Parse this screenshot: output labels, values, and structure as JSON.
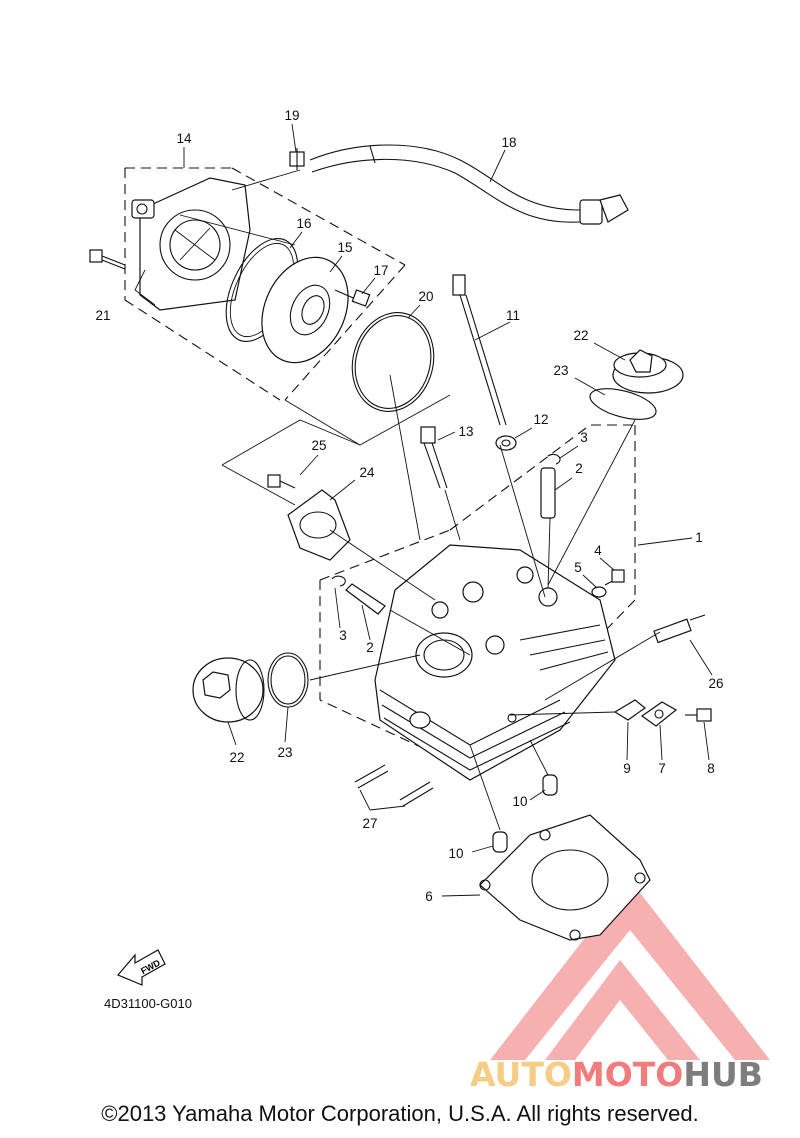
{
  "diagram": {
    "part_numbers": [
      {
        "id": "p19",
        "label": "19"
      },
      {
        "id": "p14",
        "label": "14"
      },
      {
        "id": "p18",
        "label": "18"
      },
      {
        "id": "p16",
        "label": "16"
      },
      {
        "id": "p15",
        "label": "15"
      },
      {
        "id": "p17",
        "label": "17"
      },
      {
        "id": "p21",
        "label": "21"
      },
      {
        "id": "p20",
        "label": "20"
      },
      {
        "id": "p11",
        "label": "11"
      },
      {
        "id": "p22a",
        "label": "22"
      },
      {
        "id": "p23a",
        "label": "23"
      },
      {
        "id": "p12",
        "label": "12"
      },
      {
        "id": "p13",
        "label": "13"
      },
      {
        "id": "p3a",
        "label": "3"
      },
      {
        "id": "p25",
        "label": "25"
      },
      {
        "id": "p2a",
        "label": "2"
      },
      {
        "id": "p24",
        "label": "24"
      },
      {
        "id": "p1",
        "label": "1"
      },
      {
        "id": "p4",
        "label": "4"
      },
      {
        "id": "p5",
        "label": "5"
      },
      {
        "id": "p3b",
        "label": "3"
      },
      {
        "id": "p2b",
        "label": "2"
      },
      {
        "id": "p26",
        "label": "26"
      },
      {
        "id": "p22b",
        "label": "22"
      },
      {
        "id": "p23b",
        "label": "23"
      },
      {
        "id": "p9",
        "label": "9"
      },
      {
        "id": "p7",
        "label": "7"
      },
      {
        "id": "p8",
        "label": "8"
      },
      {
        "id": "p10a",
        "label": "10"
      },
      {
        "id": "p27",
        "label": "27"
      },
      {
        "id": "p10b",
        "label": "10"
      },
      {
        "id": "p6",
        "label": "6"
      }
    ],
    "fwd_label": "FWD",
    "diagram_code": "4D31100-G010"
  },
  "watermark": {
    "part1": "AUTO",
    "part2": "MOTO",
    "part3": "HUB",
    "color1": "#f7c77a",
    "color2": "#f26d6d",
    "color3": "#6f6f6f"
  },
  "copyright": "©2013 Yamaha Motor Corporation, U.S.A. All rights reserved."
}
